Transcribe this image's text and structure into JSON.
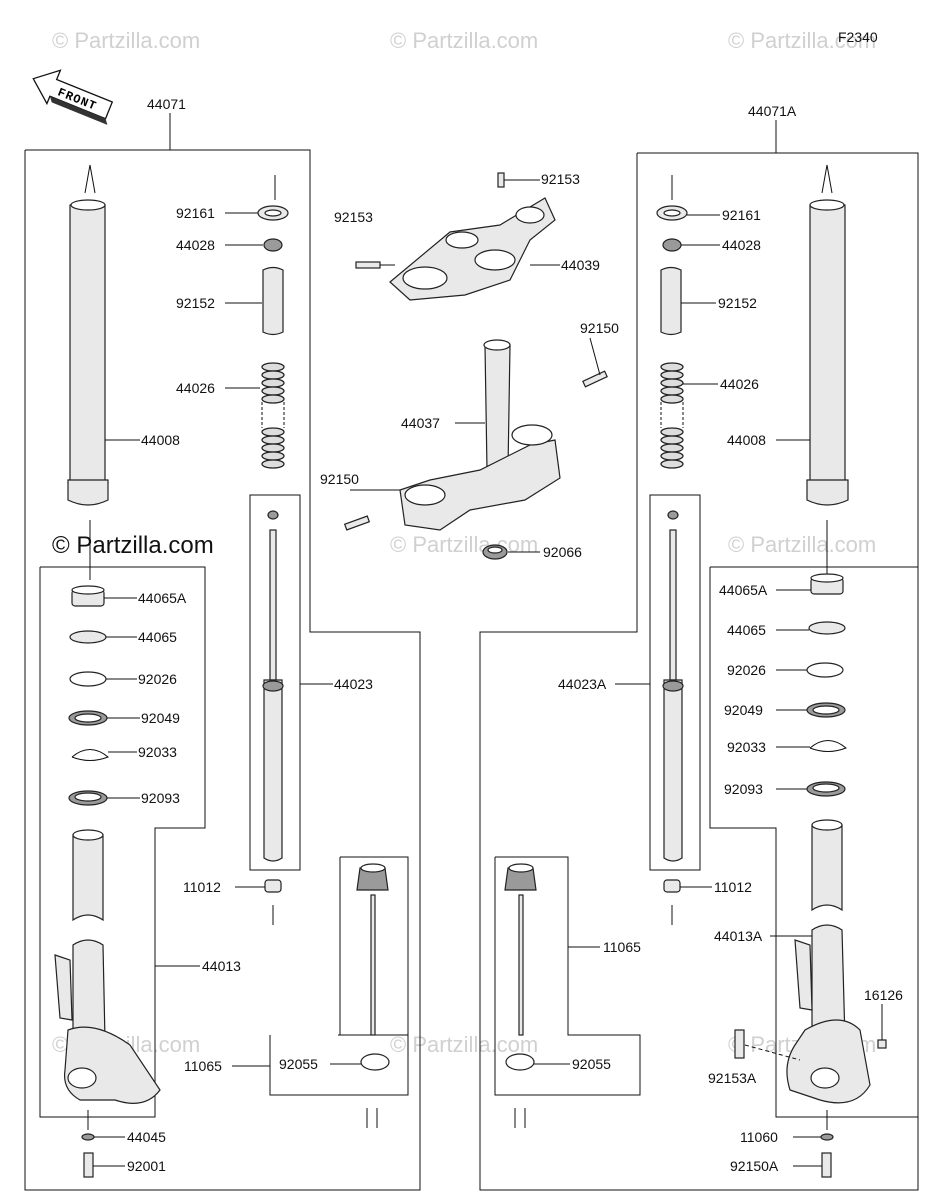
{
  "figure_code": "F2340",
  "front_label": "FRONT",
  "watermarks": {
    "faint": "© Partzilla.com",
    "strong": "© Partzilla.com"
  },
  "labels": {
    "l44071": "44071",
    "l44071A": "44071A",
    "l92161_l": "92161",
    "l44028_l": "44028",
    "l92152_l": "92152",
    "l44026_l": "44026",
    "l44008_l": "44008",
    "l44065A_l": "44065A",
    "l44065_l": "44065",
    "l92026_l": "92026",
    "l92049_l": "92049",
    "l92033_l": "92033",
    "l92093_l": "92093",
    "l44023": "44023",
    "l11012_l": "11012",
    "l44013": "44013",
    "l11065_l": "11065",
    "l92055_l": "92055",
    "l44045": "44045",
    "l92001": "92001",
    "l92153_a": "92153",
    "l92153_b": "92153",
    "l44039": "44039",
    "l92150_a": "92150",
    "l44037": "44037",
    "l92150_b": "92150",
    "l92066": "92066",
    "l92161_r": "92161",
    "l44028_r": "44028",
    "l92152_r": "92152",
    "l44026_r": "44026",
    "l44008_r": "44008",
    "l44065A_r": "44065A",
    "l44065_r": "44065",
    "l92026_r": "92026",
    "l92049_r": "92049",
    "l92033_r": "92033",
    "l92093_r": "92093",
    "l44023A": "44023A",
    "l11012_r": "11012",
    "l11065_r": "11065",
    "l44013A": "44013A",
    "l16126": "16126",
    "l92153A": "92153A",
    "l92055_r": "92055",
    "l11060": "11060",
    "l92150A": "92150A"
  }
}
